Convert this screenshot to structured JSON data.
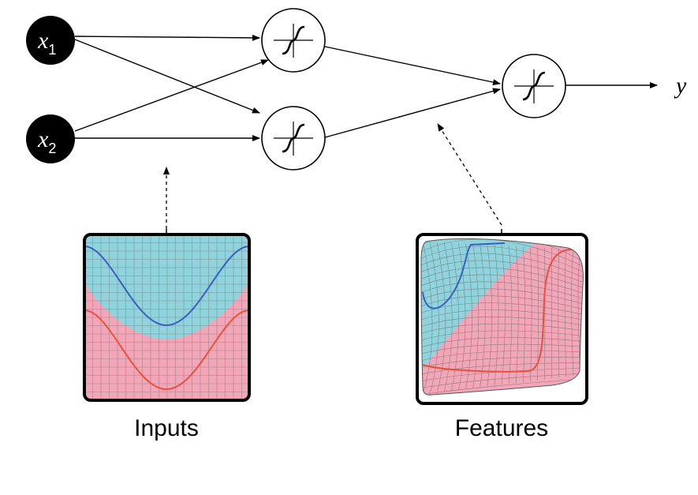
{
  "inputs": [
    {
      "name": "x",
      "subscript": "1"
    },
    {
      "name": "x",
      "subscript": "2"
    }
  ],
  "output_label": "y",
  "panels": {
    "inputs_label": "Inputs",
    "features_label": "Features"
  },
  "colors": {
    "region_blue": "#8fd3dd",
    "region_pink": "#f4a6b9",
    "curve_blue": "#3a5fbf",
    "curve_red": "#e8513b",
    "grid_line": "#8a8a8a",
    "node_fill_input": "#000000",
    "stroke": "#000000"
  },
  "icons": {
    "activation": "tanh-activation-icon"
  }
}
